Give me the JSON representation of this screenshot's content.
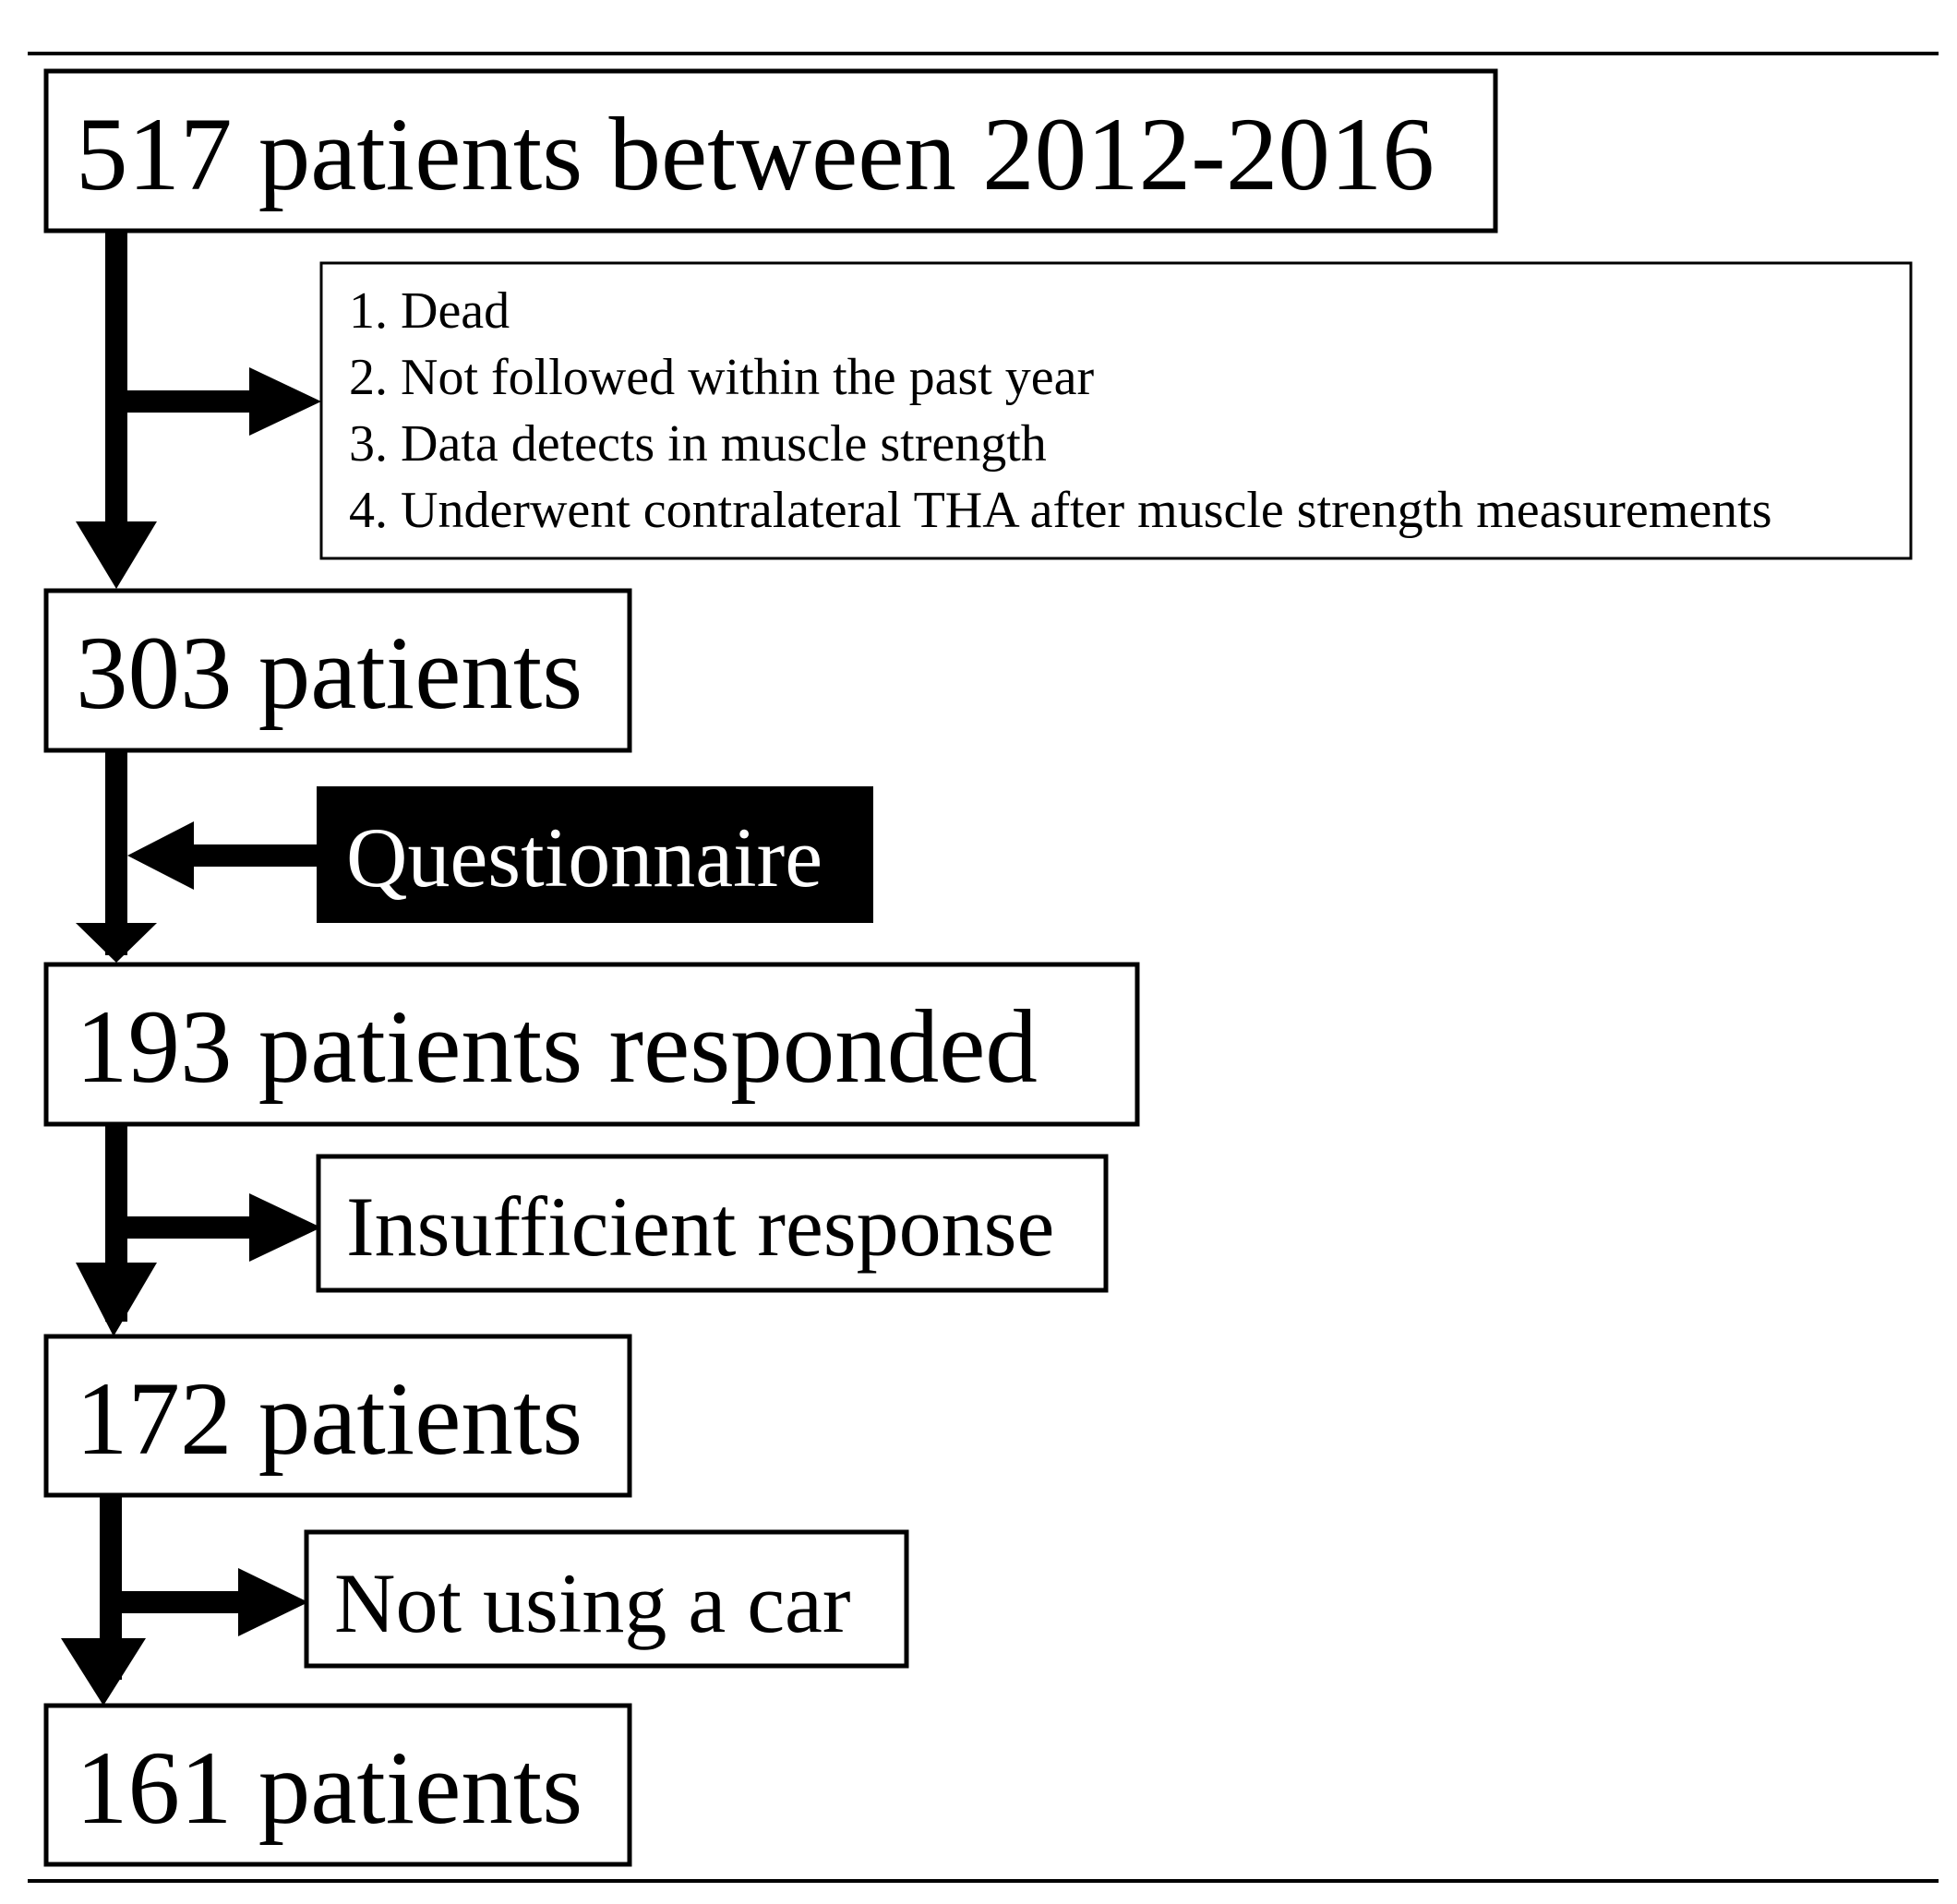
{
  "flow": {
    "stage1": "517 patients between 2012-2016",
    "exclusion1": [
      "1. Dead",
      "2. Not followed within the past year",
      "3. Data detects in muscle strength",
      "4. Underwent contralateral THA after muscle strength measurements"
    ],
    "stage2": "303 patients",
    "intervention": "Questionnaire",
    "stage3": "193 patients responded",
    "exclusion2": "Insufficient response",
    "stage4": "172 patients",
    "exclusion3": "Not using a car",
    "stage5": "161 patients"
  }
}
